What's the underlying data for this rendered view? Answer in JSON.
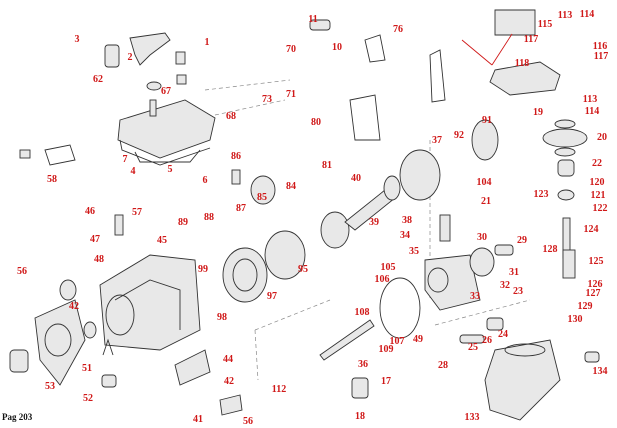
{
  "diagram": {
    "page_label": "Pag 203",
    "label_color": "#d01818",
    "part_numbers": [
      "1",
      "2",
      "3",
      "62",
      "67",
      "68",
      "70",
      "71",
      "73",
      "7",
      "4",
      "5",
      "6",
      "58",
      "86",
      "87",
      "85",
      "84",
      "81",
      "80",
      "11",
      "10",
      "76",
      "88",
      "89",
      "46",
      "57",
      "45",
      "47",
      "48",
      "56",
      "42",
      "51",
      "53",
      "52",
      "44",
      "42",
      "41",
      "56",
      "99",
      "98",
      "97",
      "95",
      "112",
      "40",
      "37",
      "92",
      "91",
      "104",
      "21",
      "39",
      "38",
      "34",
      "35",
      "105",
      "30",
      "29",
      "31",
      "32",
      "33",
      "106",
      "108",
      "107",
      "109",
      "36",
      "49",
      "28",
      "25",
      "26",
      "24",
      "23",
      "17",
      "18",
      "113",
      "114",
      "115",
      "116",
      "117",
      "117",
      "118",
      "113",
      "114",
      "19",
      "20",
      "22",
      "120",
      "121",
      "122",
      "123",
      "124",
      "125",
      "128",
      "126",
      "127",
      "129",
      "130",
      "134",
      "133"
    ]
  }
}
